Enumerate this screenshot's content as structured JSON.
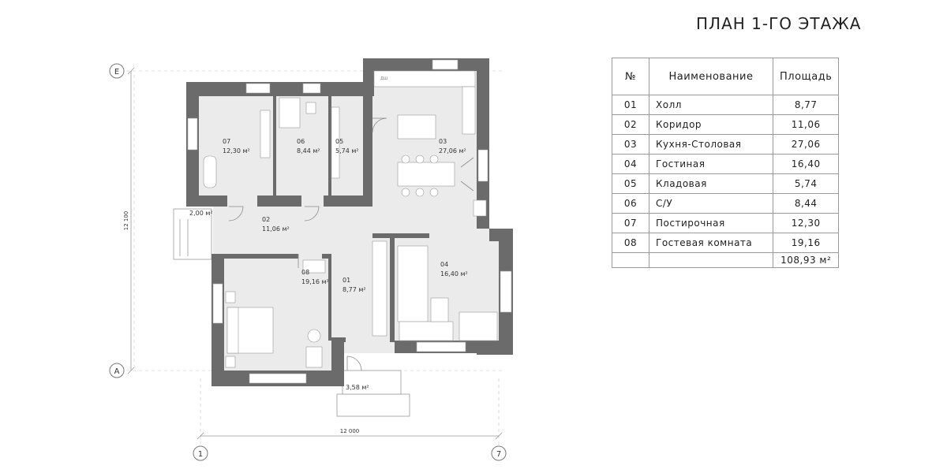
{
  "title": "ПЛАН 1-ГО ЭТАЖА",
  "colors": {
    "wall": "#6b6b6b",
    "floor": "#ebebeb",
    "line": "#9a9a9a"
  },
  "axes": {
    "top": "Е",
    "bottom": "А",
    "left": "1",
    "right": "7"
  },
  "dimensions": {
    "horizontal": "12 000",
    "vertical": "12 100"
  },
  "rooms": [
    {
      "num": "07",
      "area": "12,30 м²"
    },
    {
      "num": "06",
      "area": "8,44 м²"
    },
    {
      "num": "05",
      "area": "5,74 м²"
    },
    {
      "num": "03",
      "area": "27,06 м²"
    },
    {
      "num": "02",
      "area": "11,06 м²"
    },
    {
      "num": "08",
      "area": "19,16 м²"
    },
    {
      "num": "01",
      "area": "8,77 м²"
    },
    {
      "num": "04",
      "area": "16,40 м²"
    }
  ],
  "terraces": [
    "2,00 м²",
    "3,58 м²"
  ],
  "fixture_label": "ДШ",
  "table": {
    "headers": [
      "№",
      "Наименование",
      "Площадь"
    ],
    "rows": [
      [
        "01",
        "Холл",
        "8,77"
      ],
      [
        "02",
        "Коридор",
        "11,06"
      ],
      [
        "03",
        "Кухня-Столовая",
        "27,06"
      ],
      [
        "04",
        "Гостиная",
        "16,40"
      ],
      [
        "05",
        "Кладовая",
        "5,74"
      ],
      [
        "06",
        "С/У",
        "8,44"
      ],
      [
        "07",
        "Постирочная",
        "12,30"
      ],
      [
        "08",
        "Гостевая комната",
        "19,16"
      ]
    ],
    "total": "108,93 м²"
  }
}
